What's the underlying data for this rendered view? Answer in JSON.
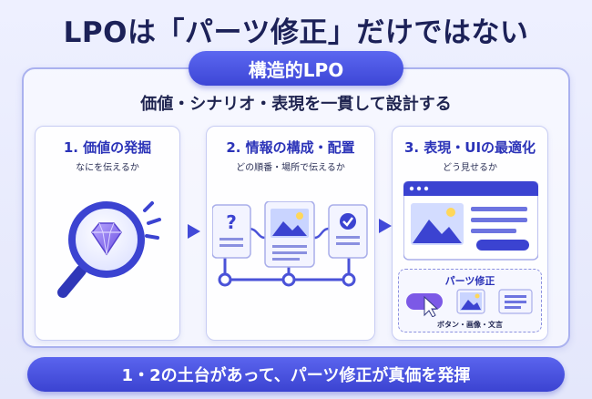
{
  "title": "LPOは「パーツ修正」だけではない",
  "badge": "構造的LPO",
  "subtitle": "価値・シナリオ・表現を一貫して設計する",
  "steps": [
    {
      "title": "1. 価値の発掘",
      "sub": "なにを伝えるか"
    },
    {
      "title": "2. 情報の構成・配置",
      "sub": "どの順番・場所で伝えるか"
    },
    {
      "title": "3. 表現・UIの最適化",
      "sub": "どう見せるか"
    }
  ],
  "parts": {
    "title": "パーツ修正",
    "caption": "ボタン・画像・文言"
  },
  "footer": "1・2の土台があって、パーツ修正が真価を発揮",
  "colors": {
    "accent": "#3d46d6",
    "title": "#1c2158",
    "panel_border": "#c7ccf3"
  }
}
